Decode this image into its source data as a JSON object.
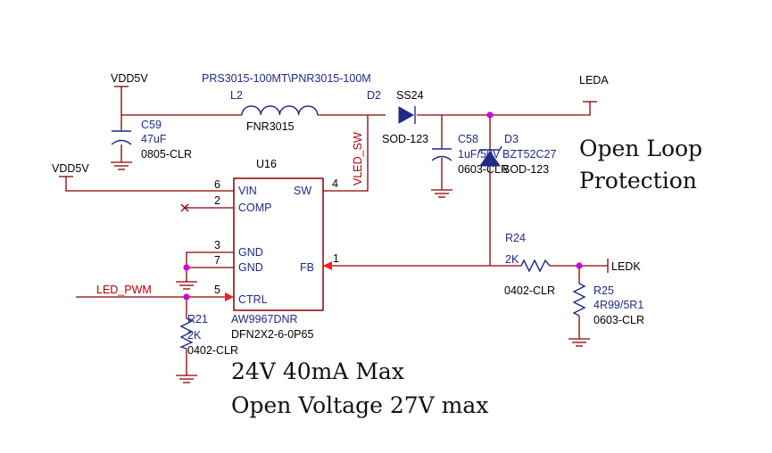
{
  "nets": {
    "vdd_top": "VDD5V",
    "vdd_left": "VDD5V",
    "leda": "LEDA",
    "ledk": "LEDK",
    "led_pwm": "LED_PWM",
    "vled_sw": "VLED_SW"
  },
  "inductor": {
    "part": "PRS3015-100MT\\PNR3015-100M",
    "ref": "L2",
    "value": "FNR3015"
  },
  "diode_d2": {
    "ref": "D2",
    "part": "SS24",
    "package": "SOD-123"
  },
  "cap_c59": {
    "ref": "C59",
    "value": "47uF",
    "package": "0805-CLR"
  },
  "cap_c58": {
    "ref": "C58",
    "value": "1uF/50V",
    "package": "0603-CLR"
  },
  "zener_d3": {
    "ref": "D3",
    "part": "BZT52C27",
    "package": "SOD-123"
  },
  "ic_u16": {
    "ref": "U16",
    "part": "AW9967DNR",
    "package": "DFN2X2-6-0P65",
    "pins": {
      "vin": {
        "num": "6",
        "name": "VIN"
      },
      "comp": {
        "num": "2",
        "name": "COMP"
      },
      "gnd1": {
        "num": "3",
        "name": "GND"
      },
      "gnd2": {
        "num": "7",
        "name": "GND"
      },
      "ctrl": {
        "num": "5",
        "name": "CTRL"
      },
      "sw": {
        "num": "4",
        "name": "SW"
      },
      "fb": {
        "num": "1",
        "name": "FB"
      }
    }
  },
  "res_r24": {
    "ref": "R24",
    "value": "2K",
    "package": "0402-CLR"
  },
  "res_r25": {
    "ref": "R25",
    "value": "4R99/5R1",
    "package": "0603-CLR"
  },
  "res_r21": {
    "ref": "R21",
    "value": "2K",
    "package": "0402-CLR"
  },
  "notes": {
    "open_loop_1": "Open Loop",
    "open_loop_2": "Protection",
    "spec_1": "24V 40mA Max",
    "spec_2": "Open Voltage 27V max"
  }
}
